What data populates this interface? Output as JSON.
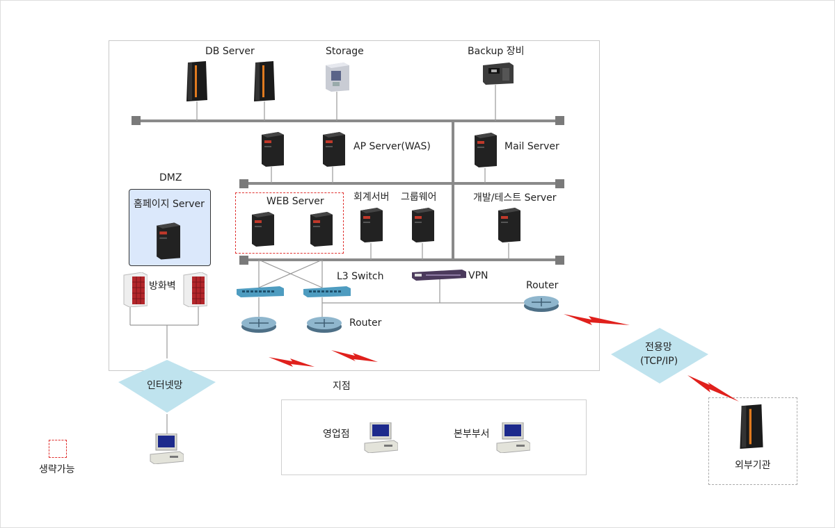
{
  "labels": {
    "db_server": "DB Server",
    "storage": "Storage",
    "backup": "Backup 장비",
    "ap_server": "AP Server(WAS)",
    "mail_server": "Mail Server",
    "dmz": "DMZ",
    "homepage_server": "홈페이지 Server",
    "web_server": "WEB Server",
    "accounting_server": "회계서버",
    "groupware": "그룹웨어",
    "dev_test_server": "개발/테스트 Server",
    "firewall": "방화벽",
    "l3_switch": "L3 Switch",
    "vpn": "VPN",
    "router_right": "Router",
    "router_bottom": "Router",
    "internet": "인터넷망",
    "branch": "지점",
    "sales_office": "영업점",
    "headquarters": "본부부서",
    "leased_line": "전용망",
    "leased_line_protocol": "(TCP/IP)",
    "external_org": "외부기관",
    "legend_optional": "생략가능"
  },
  "colors": {
    "bus_line": "#8a8a8a",
    "dmz_fill": "#dbe8fb",
    "optional_border": "#e0312f",
    "cloud_fill": "#bfe3ee",
    "lightning": "#e0201c"
  },
  "icons": {
    "server_tower": "tower-server-icon",
    "mainframe": "mainframe-server-icon",
    "storage": "storage-array-icon",
    "backup": "tape-backup-icon",
    "switch": "network-switch-icon",
    "router": "router-icon",
    "vpn": "vpn-appliance-icon",
    "firewall": "firewall-icon",
    "desktop": "desktop-pc-icon"
  }
}
